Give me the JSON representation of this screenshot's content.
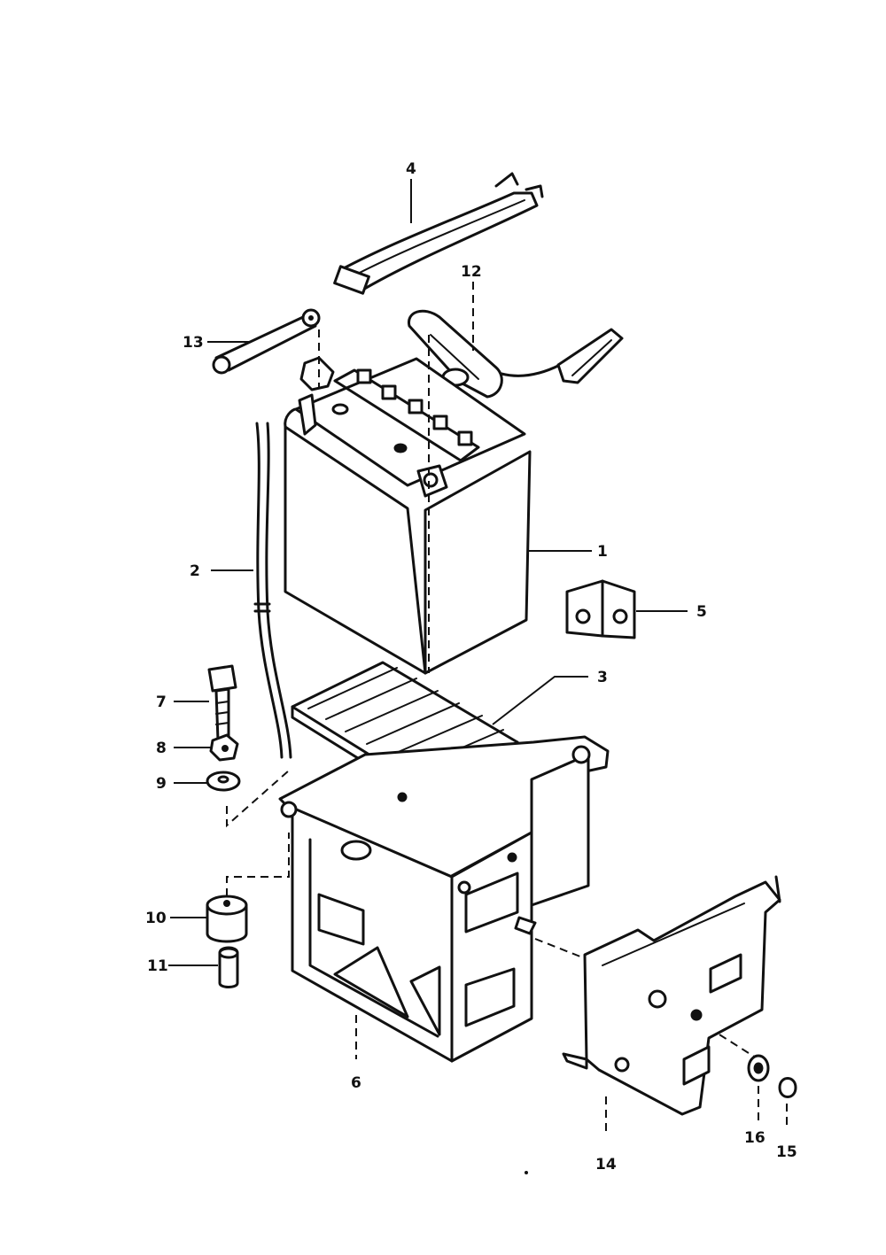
{
  "callouts": [
    {
      "id": "1",
      "label": "1"
    },
    {
      "id": "2",
      "label": "2"
    },
    {
      "id": "3",
      "label": "3"
    },
    {
      "id": "4",
      "label": "4"
    },
    {
      "id": "5",
      "label": "5"
    },
    {
      "id": "6",
      "label": "6"
    },
    {
      "id": "7",
      "label": "7"
    },
    {
      "id": "8",
      "label": "8"
    },
    {
      "id": "9",
      "label": "9"
    },
    {
      "id": "10",
      "label": "10"
    },
    {
      "id": "11",
      "label": "11"
    },
    {
      "id": "12",
      "label": "12"
    },
    {
      "id": "13",
      "label": "13"
    },
    {
      "id": "14",
      "label": "14"
    },
    {
      "id": "15",
      "label": "15"
    },
    {
      "id": "16",
      "label": "16"
    }
  ],
  "colors": {
    "line": "#111111",
    "background": "#ffffff"
  }
}
